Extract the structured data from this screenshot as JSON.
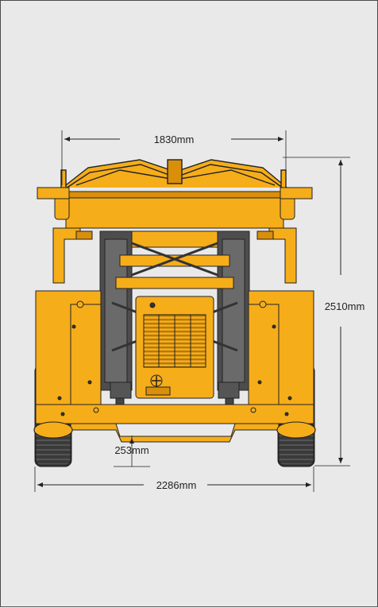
{
  "dimensions": {
    "width_top": "1830mm",
    "height": "2510mm",
    "ground_clearance": "253mm",
    "width_overall": "2286mm"
  },
  "colors": {
    "background": "#e9e9e9",
    "machine_yellow": "#f6ad1a",
    "machine_dark_yellow": "#d98f0a",
    "track_dark": "#3a3a3a",
    "steel_dark": "#555555",
    "outline": "#222222"
  }
}
